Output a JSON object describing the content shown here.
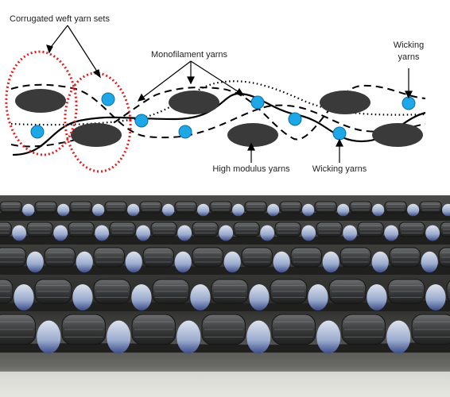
{
  "diagram": {
    "labels": {
      "corrugated": "Corrugated weft yarn sets",
      "monofilament": "Monofilament yarns",
      "wicking_top_1": "Wicking",
      "wicking_top_2": "yarns",
      "high_modulus": "High modulus yarns",
      "wicking_bottom": "Wicking yarns"
    },
    "colors": {
      "high_modulus_fill": "#3a3a3a",
      "wicking_fill": "#1ea7e6",
      "corrugated_outline": "#e02020",
      "yarn_line": "#000000"
    }
  },
  "photo": {
    "colors": {
      "background_top": "#f2f2f2",
      "fabric_dark": "#2b2b2a",
      "yarn_grey": "#5d6062",
      "wicking_tuft": "#9fb1d6",
      "wicking_dark": "#3f4f8f"
    }
  }
}
